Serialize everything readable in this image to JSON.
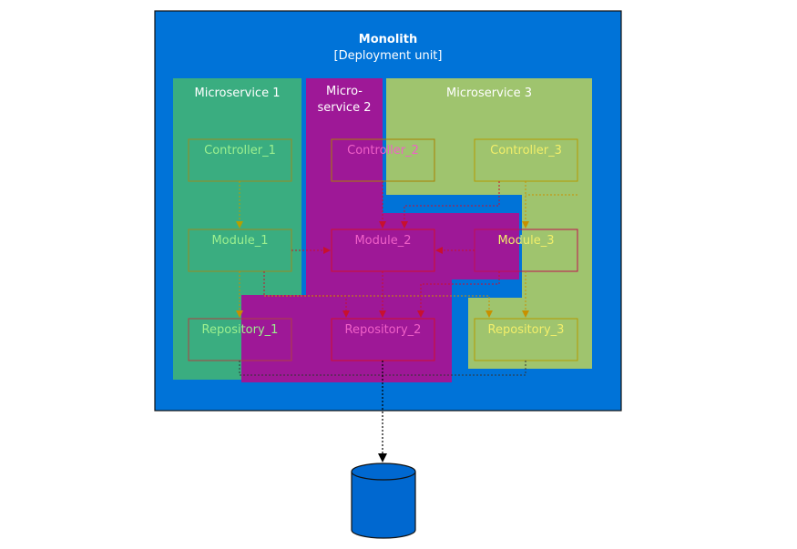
{
  "monolith": {
    "title": "Monolith",
    "subtitle": "[Deployment unit]"
  },
  "microservices": [
    {
      "name": "Microservice 1"
    },
    {
      "name_line1": "Micro-",
      "name_line2": "service 2"
    },
    {
      "name": "Microservice 3"
    }
  ],
  "components": {
    "controller_1": "Controller_1",
    "controller_2": "Controller_2",
    "controller_3": "Controller_3",
    "module_1": "Module_1",
    "module_2": "Module_2",
    "module_3": "Module_3",
    "repository_1": "Repository_1",
    "repository_2": "Repository_2",
    "repository_3": "Repository_3"
  },
  "database": {
    "icon": "database-cylinder-icon"
  },
  "colors": {
    "monolith": "#0073d8",
    "microservice_1": "#3aad80",
    "microservice_2": "#9e1897",
    "microservice_3": "#9fc46e",
    "ms1_text": "#9df08f",
    "ms2_text": "#f060c8",
    "ms3_text": "#f2ef6a",
    "database": "#0068d0"
  }
}
